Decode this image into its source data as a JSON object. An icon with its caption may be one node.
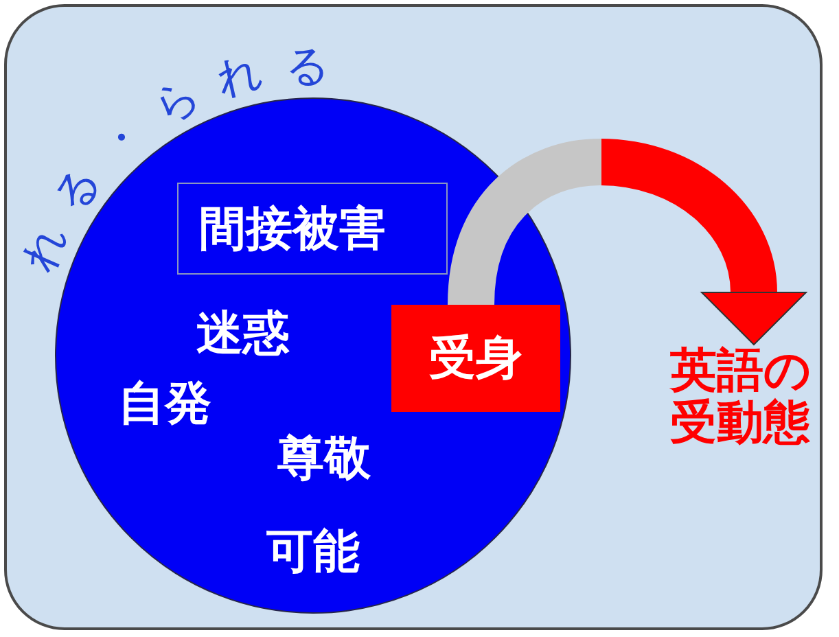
{
  "diagram": {
    "nodes": [
      {
        "text": [
          "れる・られる",
          "迷惑",
          "自発",
          "尊敬",
          "可能"
        ]
      },
      {
        "text": [
          "間接被害"
        ],
        "in": 0
      },
      {
        "text": [
          "受身"
        ],
        "in": 0
      },
      {
        "text": [
          "英語の受動態"
        ]
      }
    ],
    "edges": [
      {
        "from": 2,
        "to": 3,
        "arrow": "to",
        "style": "thick"
      }
    ]
  }
}
